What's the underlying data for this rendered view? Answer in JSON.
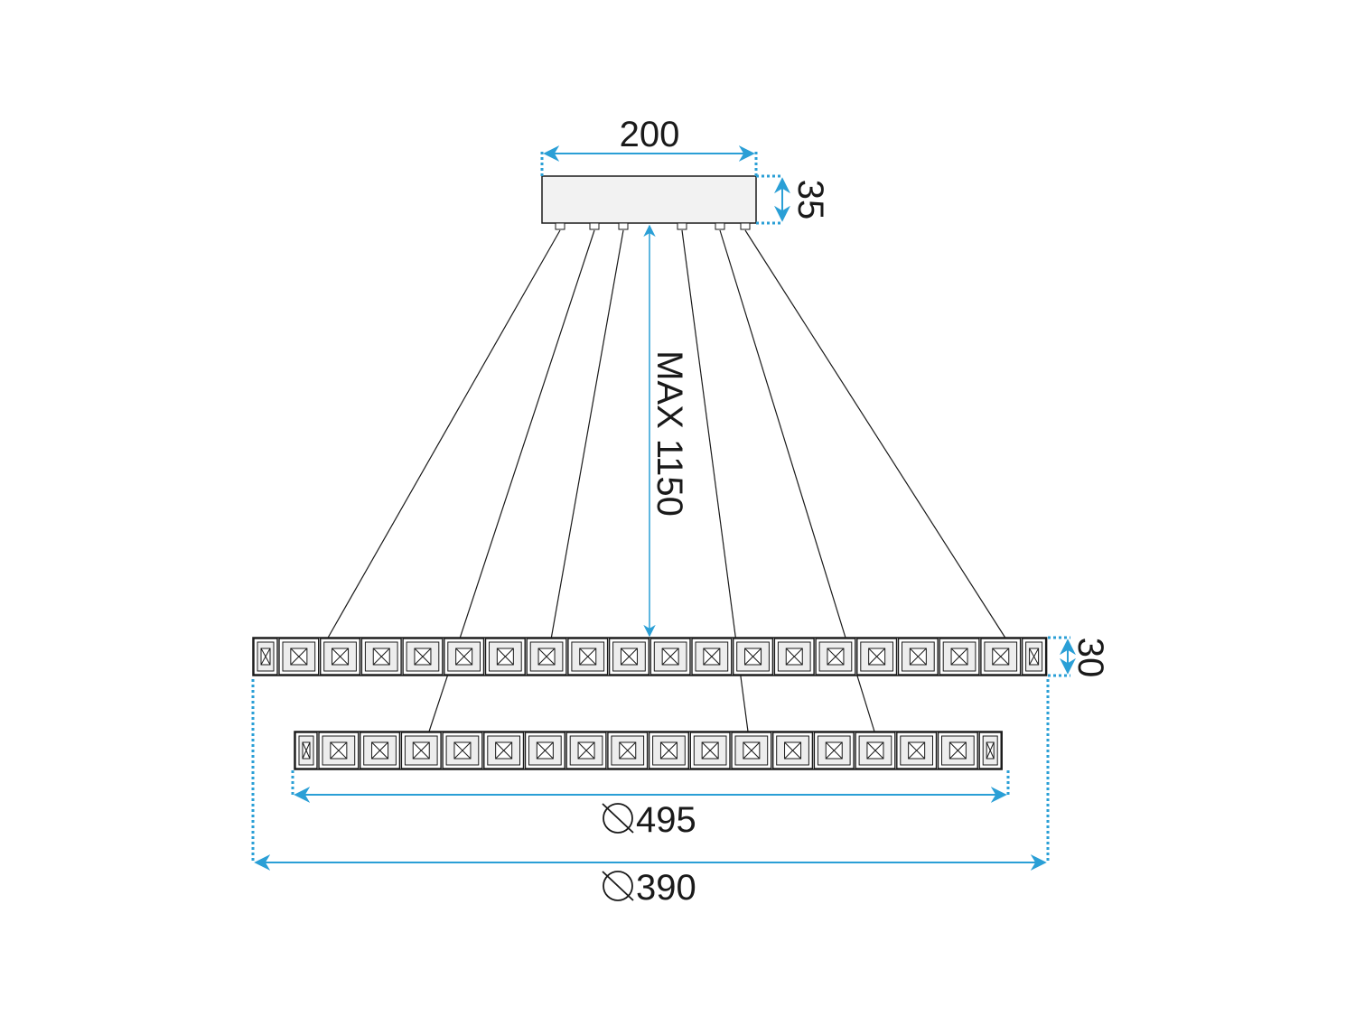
{
  "dimensions": {
    "canopy_width": "200",
    "canopy_height": "35",
    "max_length": "MAX 1150",
    "ring_height": "30",
    "inner_diameter": "495",
    "outer_diameter": "390"
  },
  "colors": {
    "dimension_line": "#2a9fd6",
    "outline": "#1a1a1a",
    "canopy_fill": "#f2f2f2",
    "crystal_fill": "#ededed"
  },
  "icons": {
    "diameter_symbol": "diameter-icon"
  }
}
